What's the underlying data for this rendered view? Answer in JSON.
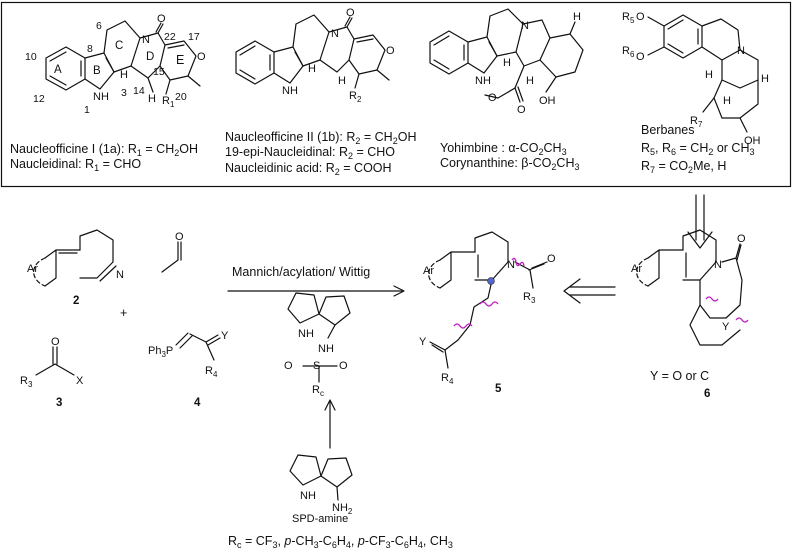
{
  "compounds": {
    "c1": {
      "line1": "Naucleofficine I (1a): R",
      "line1_sub": "1",
      "line1_tail": " = CH",
      "line1_sub2": "2",
      "line1_end": "OH",
      "line2": "Naucleidinal: R",
      "line2_sub": "1",
      "line2_tail": " = CHO"
    },
    "c2": {
      "line1": "Naucleofficine II (1b): R",
      "line1_sub": "2",
      "line1_tail": " = CH",
      "line1_sub2": "2",
      "line1_end": "OH",
      "line2": "19-epi-Naucleidinal: R",
      "line2_sub": "2",
      "line2_tail": " = CHO",
      "line3": "Naucleidinic acid: R",
      "line3_sub": "2",
      "line3_tail": " = COOH"
    },
    "c3": {
      "line1": "Yohimbine : α-CO",
      "line1_sub": "2",
      "line1_tail": "CH",
      "line1_sub2": "3",
      "line2": "Corynanthine: β-CO",
      "line2_sub": "2",
      "line2_tail": "CH",
      "line2_sub2": "3"
    },
    "c4": {
      "line1": "Berbanes",
      "line2": "R",
      "line2_sub": "5",
      "line2_mid": ", R",
      "line2_sub2": "6",
      "line2_tail": " = CH",
      "line2_sub3": "2",
      "line2_end": " or CH",
      "line2_sub4": "3",
      "line3": "R",
      "line3_sub": "7",
      "line3_tail": " = CO",
      "line3_sub2": "2",
      "line3_end": "Me, H"
    }
  },
  "ring_labels": {
    "A": "A",
    "B": "B",
    "C": "C",
    "D": "D",
    "E": "E",
    "n6": "6",
    "n8": "8",
    "n10": "10",
    "n12": "12",
    "n1": "1",
    "n3": "3",
    "n14": "14",
    "n15": "15",
    "n20": "20",
    "n17": "17",
    "n22": "22"
  },
  "atoms": {
    "N": "N",
    "NH": "NH",
    "H": "H",
    "O": "O",
    "OH": "OH",
    "R1": "R",
    "R1_sub": "1",
    "R2": "R",
    "R2_sub": "2",
    "R5": "R",
    "R5_sub": "5",
    "R6": "R",
    "R6_sub": "6",
    "R7": "R",
    "R7_sub": "7",
    "Ar": "Ar",
    "X": "X",
    "Y": "Y",
    "R3": "R",
    "R3_sub": "3",
    "R4": "R",
    "R4_sub": "4",
    "Ph3P": "Ph",
    "Ph3P_sub": "3",
    "Ph3P_tail": "P",
    "Rc": "R",
    "Rc_sub": "c",
    "NH2": "NH",
    "NH2_sub": "2",
    "S": "S"
  },
  "scheme": {
    "arrow_label": "Mannich/acylation/ Wittig",
    "plus": "+",
    "cmpd2": "2",
    "cmpd3": "3",
    "cmpd4": "4",
    "cmpd5": "5",
    "cmpd6": "6",
    "y_note": "Y = O or C",
    "catalyst_label": "SPD-amine",
    "rc_note": "R",
    "rc_note_sub": "c",
    "rc_note_tail": " = CF",
    "rc_sub2": "3",
    "rc_p1": ", ",
    "rc_p1i": "p",
    "rc_p1t": "-CH",
    "rc_s3": "3",
    "rc_p1u": "-C",
    "rc_s4": "6",
    "rc_p1v": "H",
    "rc_s5": "4",
    "rc_p2": ", ",
    "rc_p2i": "p",
    "rc_p2t": "-CF",
    "rc_s6": "3",
    "rc_p2u": "-C",
    "rc_s7": "6",
    "rc_p2v": "H",
    "rc_s8": "4",
    "rc_end": ", CH",
    "rc_s9": "3"
  },
  "colors": {
    "ink": "#111111",
    "cut_mark": "#c01fc0",
    "atom_dot": "#5566cc"
  }
}
